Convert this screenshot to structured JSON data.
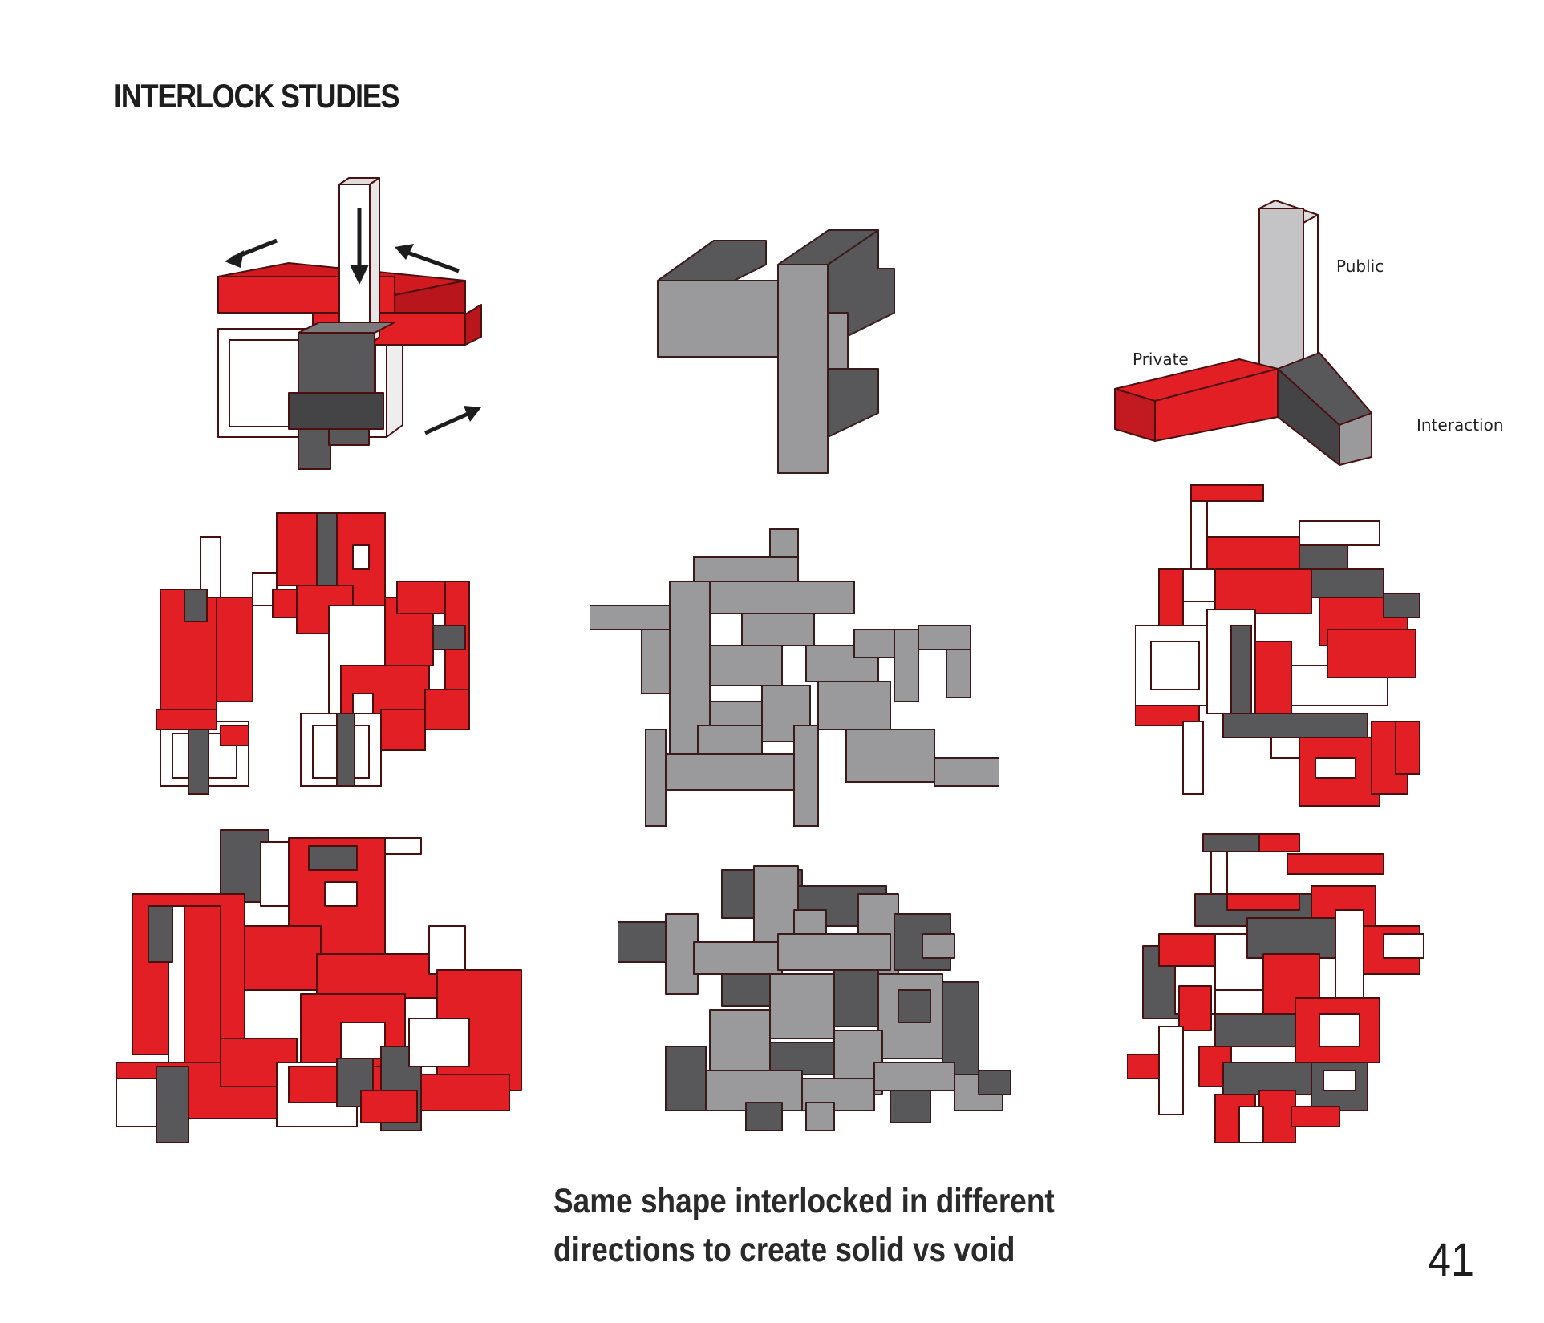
{
  "page": {
    "title": "INTERLOCK STUDIES",
    "caption_line_1": "Same shape interlocked in different",
    "caption_line_2": "directions to create solid vs void",
    "page_number": "41"
  },
  "legend": {
    "public": "Public",
    "private": "Private",
    "interaction": "Interaction"
  },
  "colors": {
    "red": "#e31f26",
    "dark_gray": "#58585a",
    "gray": "#9a9a9c",
    "white": "#ffffff",
    "outline": "#5a1212"
  }
}
